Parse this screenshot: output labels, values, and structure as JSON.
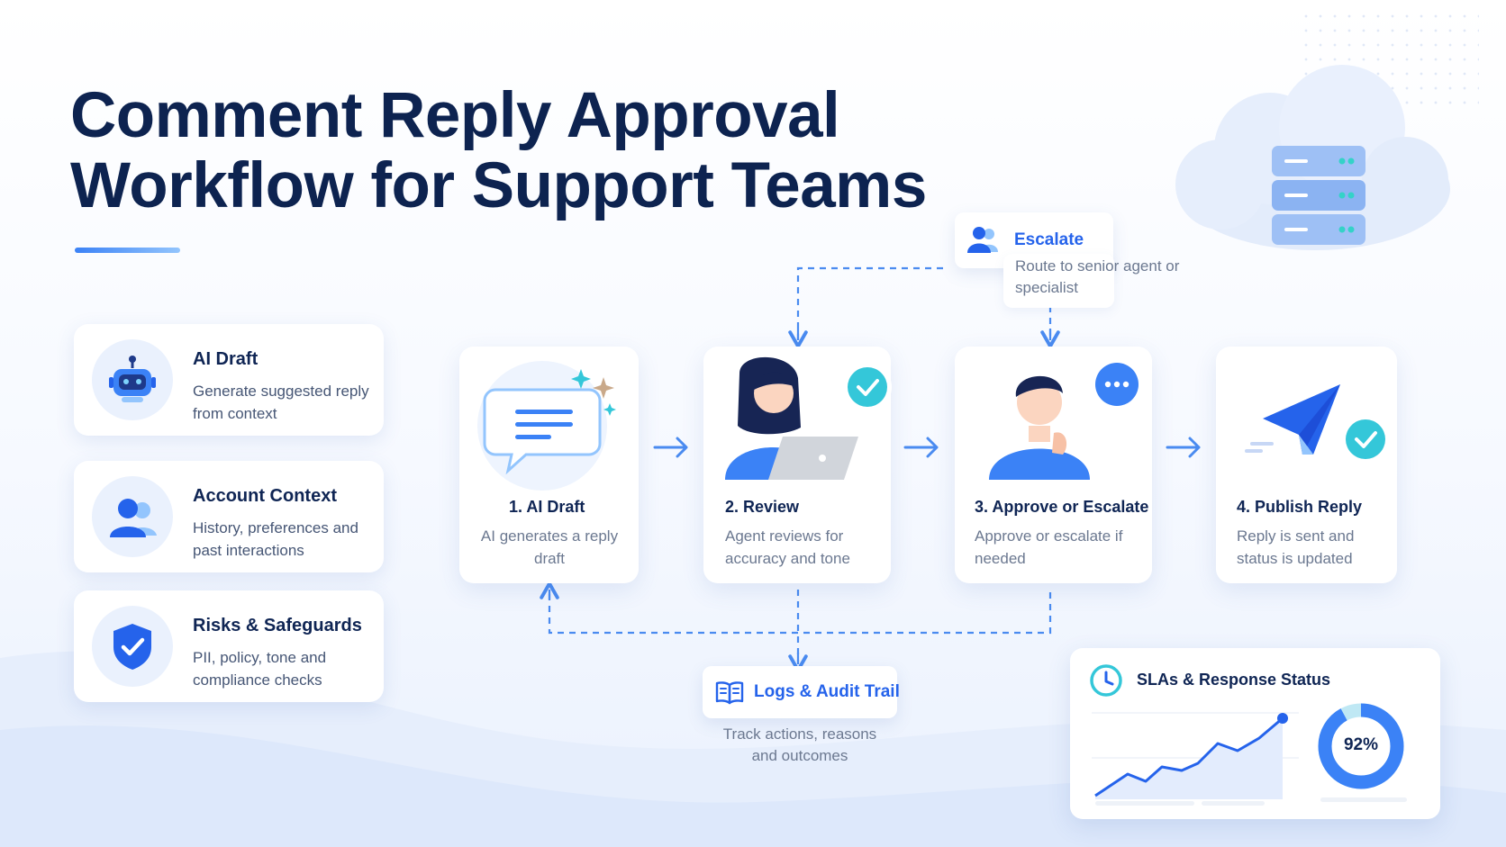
{
  "title": {
    "line1": "Comment Reply Approval",
    "line2": "Workflow for Support Teams"
  },
  "side_cards": [
    {
      "title": "AI Draft",
      "desc": "Generate suggested reply from context",
      "icon": "robot-icon"
    },
    {
      "title": "Account Context",
      "desc": "History, preferences and past interactions",
      "icon": "users-icon"
    },
    {
      "title": "Risks & Safeguards",
      "desc": "PII, policy, tone and compliance checks",
      "icon": "shield-check-icon"
    }
  ],
  "steps": [
    {
      "title": "1. AI Draft",
      "desc": "AI generates a reply draft",
      "icon": "chat-draft-icon"
    },
    {
      "title": "2. Review",
      "desc": "Agent reviews for accuracy and tone",
      "icon": "reviewer-laptop-icon"
    },
    {
      "title": "3. Approve or Escalate",
      "desc": "Approve or escalate if needed",
      "icon": "thinking-agent-icon"
    },
    {
      "title": "4. Publish Reply",
      "desc": "Reply is sent and status is updated",
      "icon": "paper-plane-icon"
    }
  ],
  "escalate": {
    "label": "Escalate",
    "desc": "Route to senior agent or specialist",
    "icon": "users-icon"
  },
  "logs": {
    "label": "Logs & Audit Trail",
    "desc": "Track actions, reasons and outcomes",
    "icon": "book-icon"
  },
  "sla": {
    "title": "SLAs & Response Status",
    "percent_label": "92%",
    "percent_value": 0.92,
    "icon": "clock-icon"
  },
  "colors": {
    "accent": "#3b82f6",
    "brand": "#2563eb",
    "check": "#34c7d9",
    "title": "#0d2350"
  }
}
